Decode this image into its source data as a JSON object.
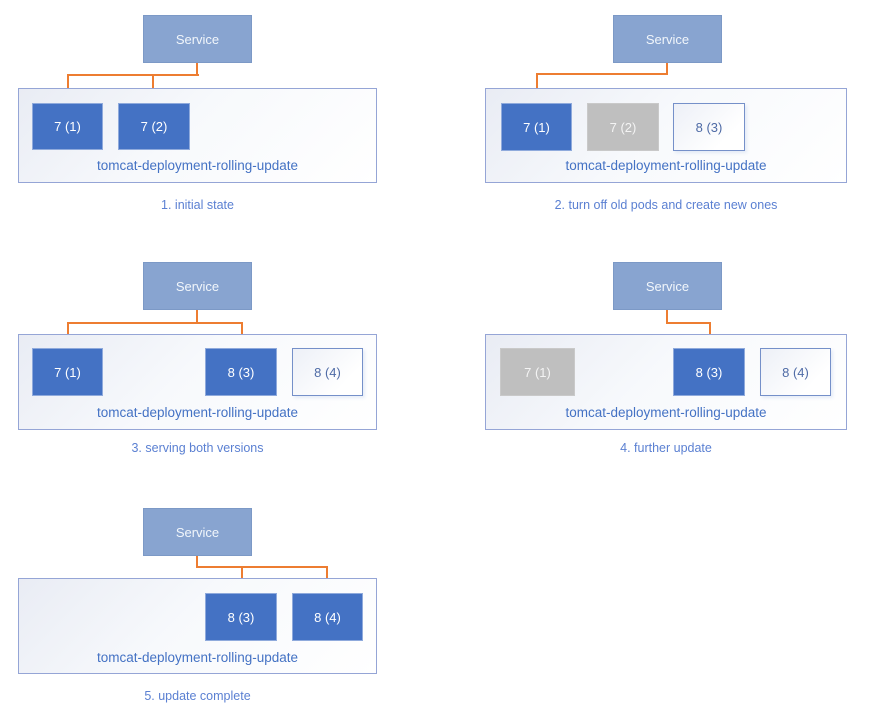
{
  "colors": {
    "service_fill": "#88A4D0",
    "service_border": "#7C99C6",
    "pod_active_fill": "#4472C4",
    "pod_active_border": "#8FAADC",
    "pod_terminated_fill": "#BFBFBF",
    "pod_new_border": "#7590C9",
    "pod_new_text": "#4F6BA6",
    "deployment_border": "#95A5D6",
    "deployment_fill_start": "#E9ECF4",
    "arrow": "#ED7D31",
    "label_text": "#4472C4",
    "caption_text": "#5B80D2"
  },
  "panels": [
    {
      "caption": "1. initial state",
      "service_label": "Service",
      "deployment_label": "tomcat-deployment-rolling-update",
      "pods": [
        {
          "label": "7 (1)",
          "state": "active"
        },
        {
          "label": "7 (2)",
          "state": "active"
        }
      ],
      "service_routes_to": [
        "7 (1)",
        "7 (2)"
      ]
    },
    {
      "caption": "2. turn off old pods and create new ones",
      "service_label": "Service",
      "deployment_label": "tomcat-deployment-rolling-update",
      "pods": [
        {
          "label": "7 (1)",
          "state": "active"
        },
        {
          "label": "7 (2)",
          "state": "terminated"
        },
        {
          "label": "8 (3)",
          "state": "new"
        }
      ],
      "service_routes_to": [
        "7 (1)"
      ]
    },
    {
      "caption": "3. serving both versions",
      "service_label": "Service",
      "deployment_label": "tomcat-deployment-rolling-update",
      "pods": [
        {
          "label": "7 (1)",
          "state": "active"
        },
        {
          "label": "8 (3)",
          "state": "active"
        },
        {
          "label": "8 (4)",
          "state": "new"
        }
      ],
      "service_routes_to": [
        "7 (1)",
        "8 (3)"
      ]
    },
    {
      "caption": "4. further update",
      "service_label": "Service",
      "deployment_label": "tomcat-deployment-rolling-update",
      "pods": [
        {
          "label": "7 (1)",
          "state": "terminated"
        },
        {
          "label": "8 (3)",
          "state": "active"
        },
        {
          "label": "8 (4)",
          "state": "new"
        }
      ],
      "service_routes_to": [
        "8 (3)"
      ]
    },
    {
      "caption": "5. update complete",
      "service_label": "Service",
      "deployment_label": "tomcat-deployment-rolling-update",
      "pods": [
        {
          "label": "8 (3)",
          "state": "active"
        },
        {
          "label": "8 (4)",
          "state": "active"
        }
      ],
      "service_routes_to": [
        "8 (3)",
        "8 (4)"
      ]
    }
  ]
}
